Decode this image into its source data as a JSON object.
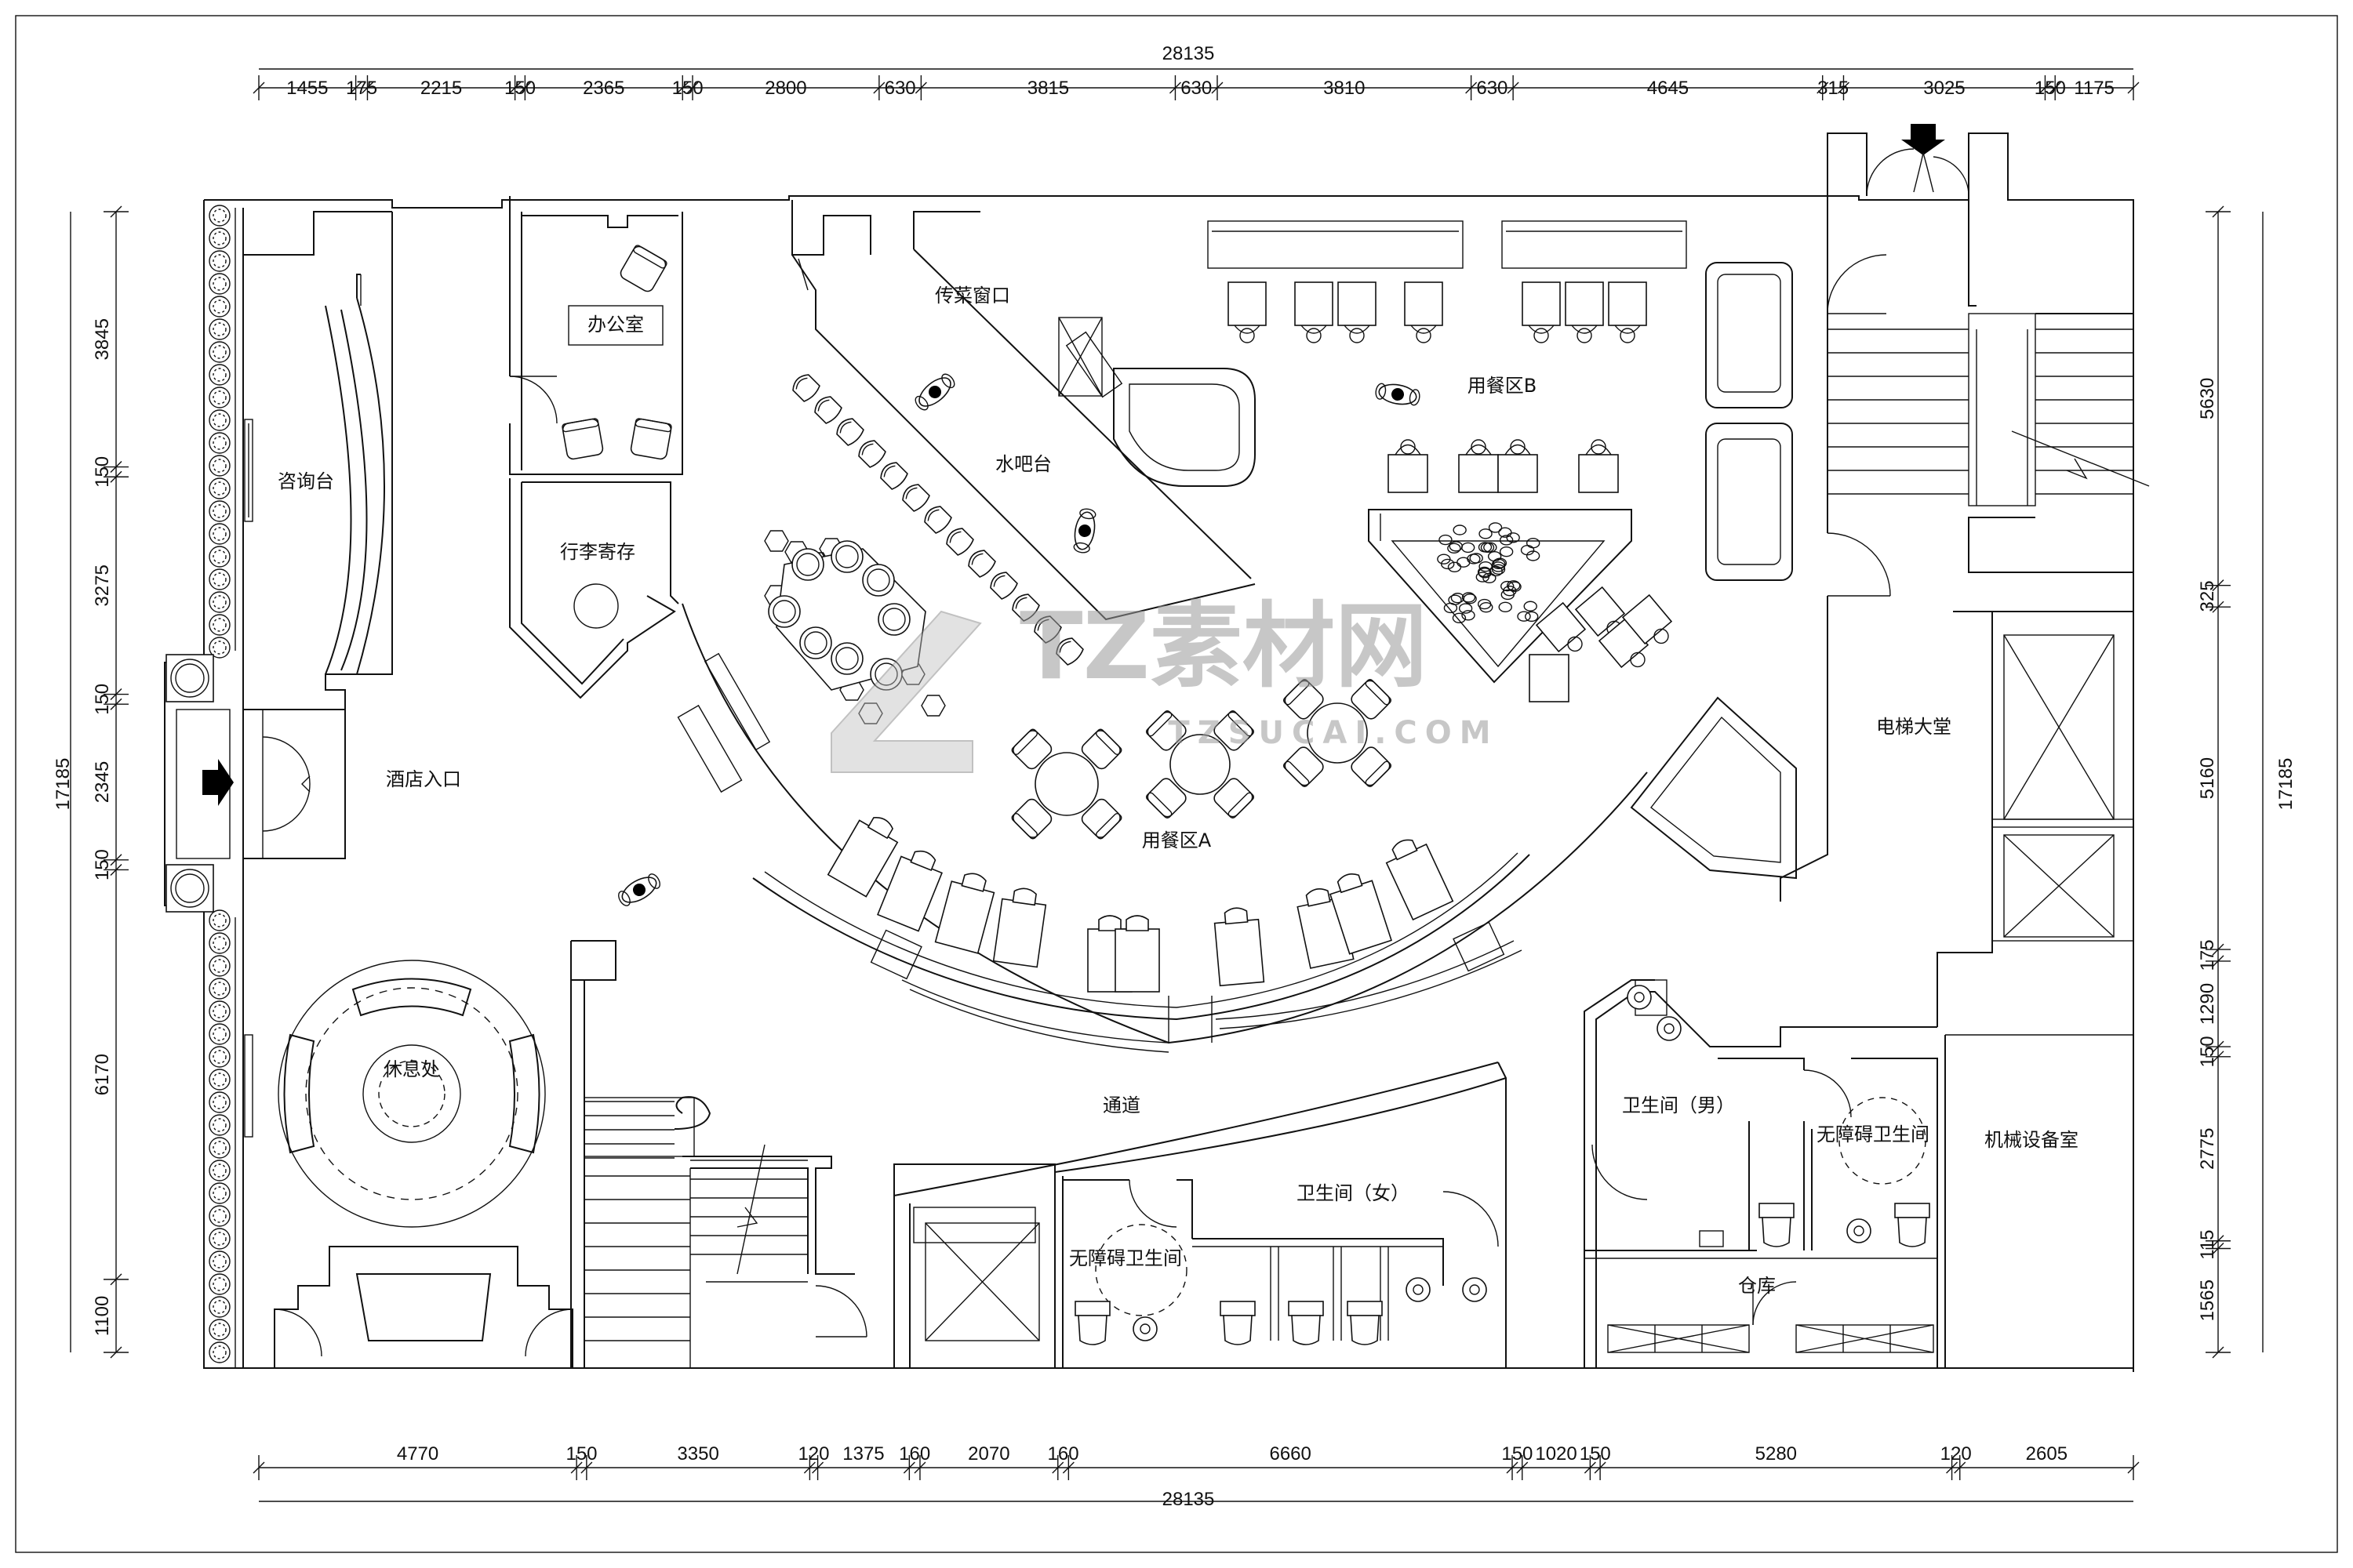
{
  "dimensions": {
    "total_top": "28135",
    "total_bottom": "28135",
    "total_left": "17185",
    "total_right": "17185",
    "top": [
      "1455",
      "175",
      "2215",
      "150",
      "2365",
      "150",
      "2800",
      "630",
      "3815",
      "630",
      "3810",
      "630",
      "4645",
      "315",
      "3025",
      "150",
      "1175"
    ],
    "bottom": [
      "4770",
      "150",
      "3350",
      "120",
      "1375",
      "160",
      "2070",
      "160",
      "6660",
      "150",
      "1020",
      "150",
      "5280",
      "120",
      "2605"
    ],
    "left": [
      "3845",
      "150",
      "3275",
      "150",
      "2345",
      "150",
      "6170",
      "1100"
    ],
    "right_inner": [
      "5630",
      "325",
      "5160",
      "175",
      "1290",
      "150",
      "2775",
      "115",
      "1565"
    ]
  },
  "rooms": {
    "consult": "咨询台",
    "office": "办公室",
    "luggage": "行李寄存",
    "entrance": "酒店入口",
    "lounge": "休息处",
    "pass_window": "传菜窗口",
    "bar": "水吧台",
    "dining_a": "用餐区A",
    "dining_b": "用餐区B",
    "elevator_hall": "电梯大堂",
    "corridor": "通道",
    "wc_female": "卫生间（女）",
    "accessible_wc_1": "无障碍卫生间",
    "wc_male": "卫生间（男）",
    "accessible_wc_2": "无障碍卫生间",
    "machine_room": "机械设备室",
    "storage": "仓库"
  },
  "watermark": {
    "main": "TZ素材网",
    "sub": "TZSUCAI.COM"
  }
}
